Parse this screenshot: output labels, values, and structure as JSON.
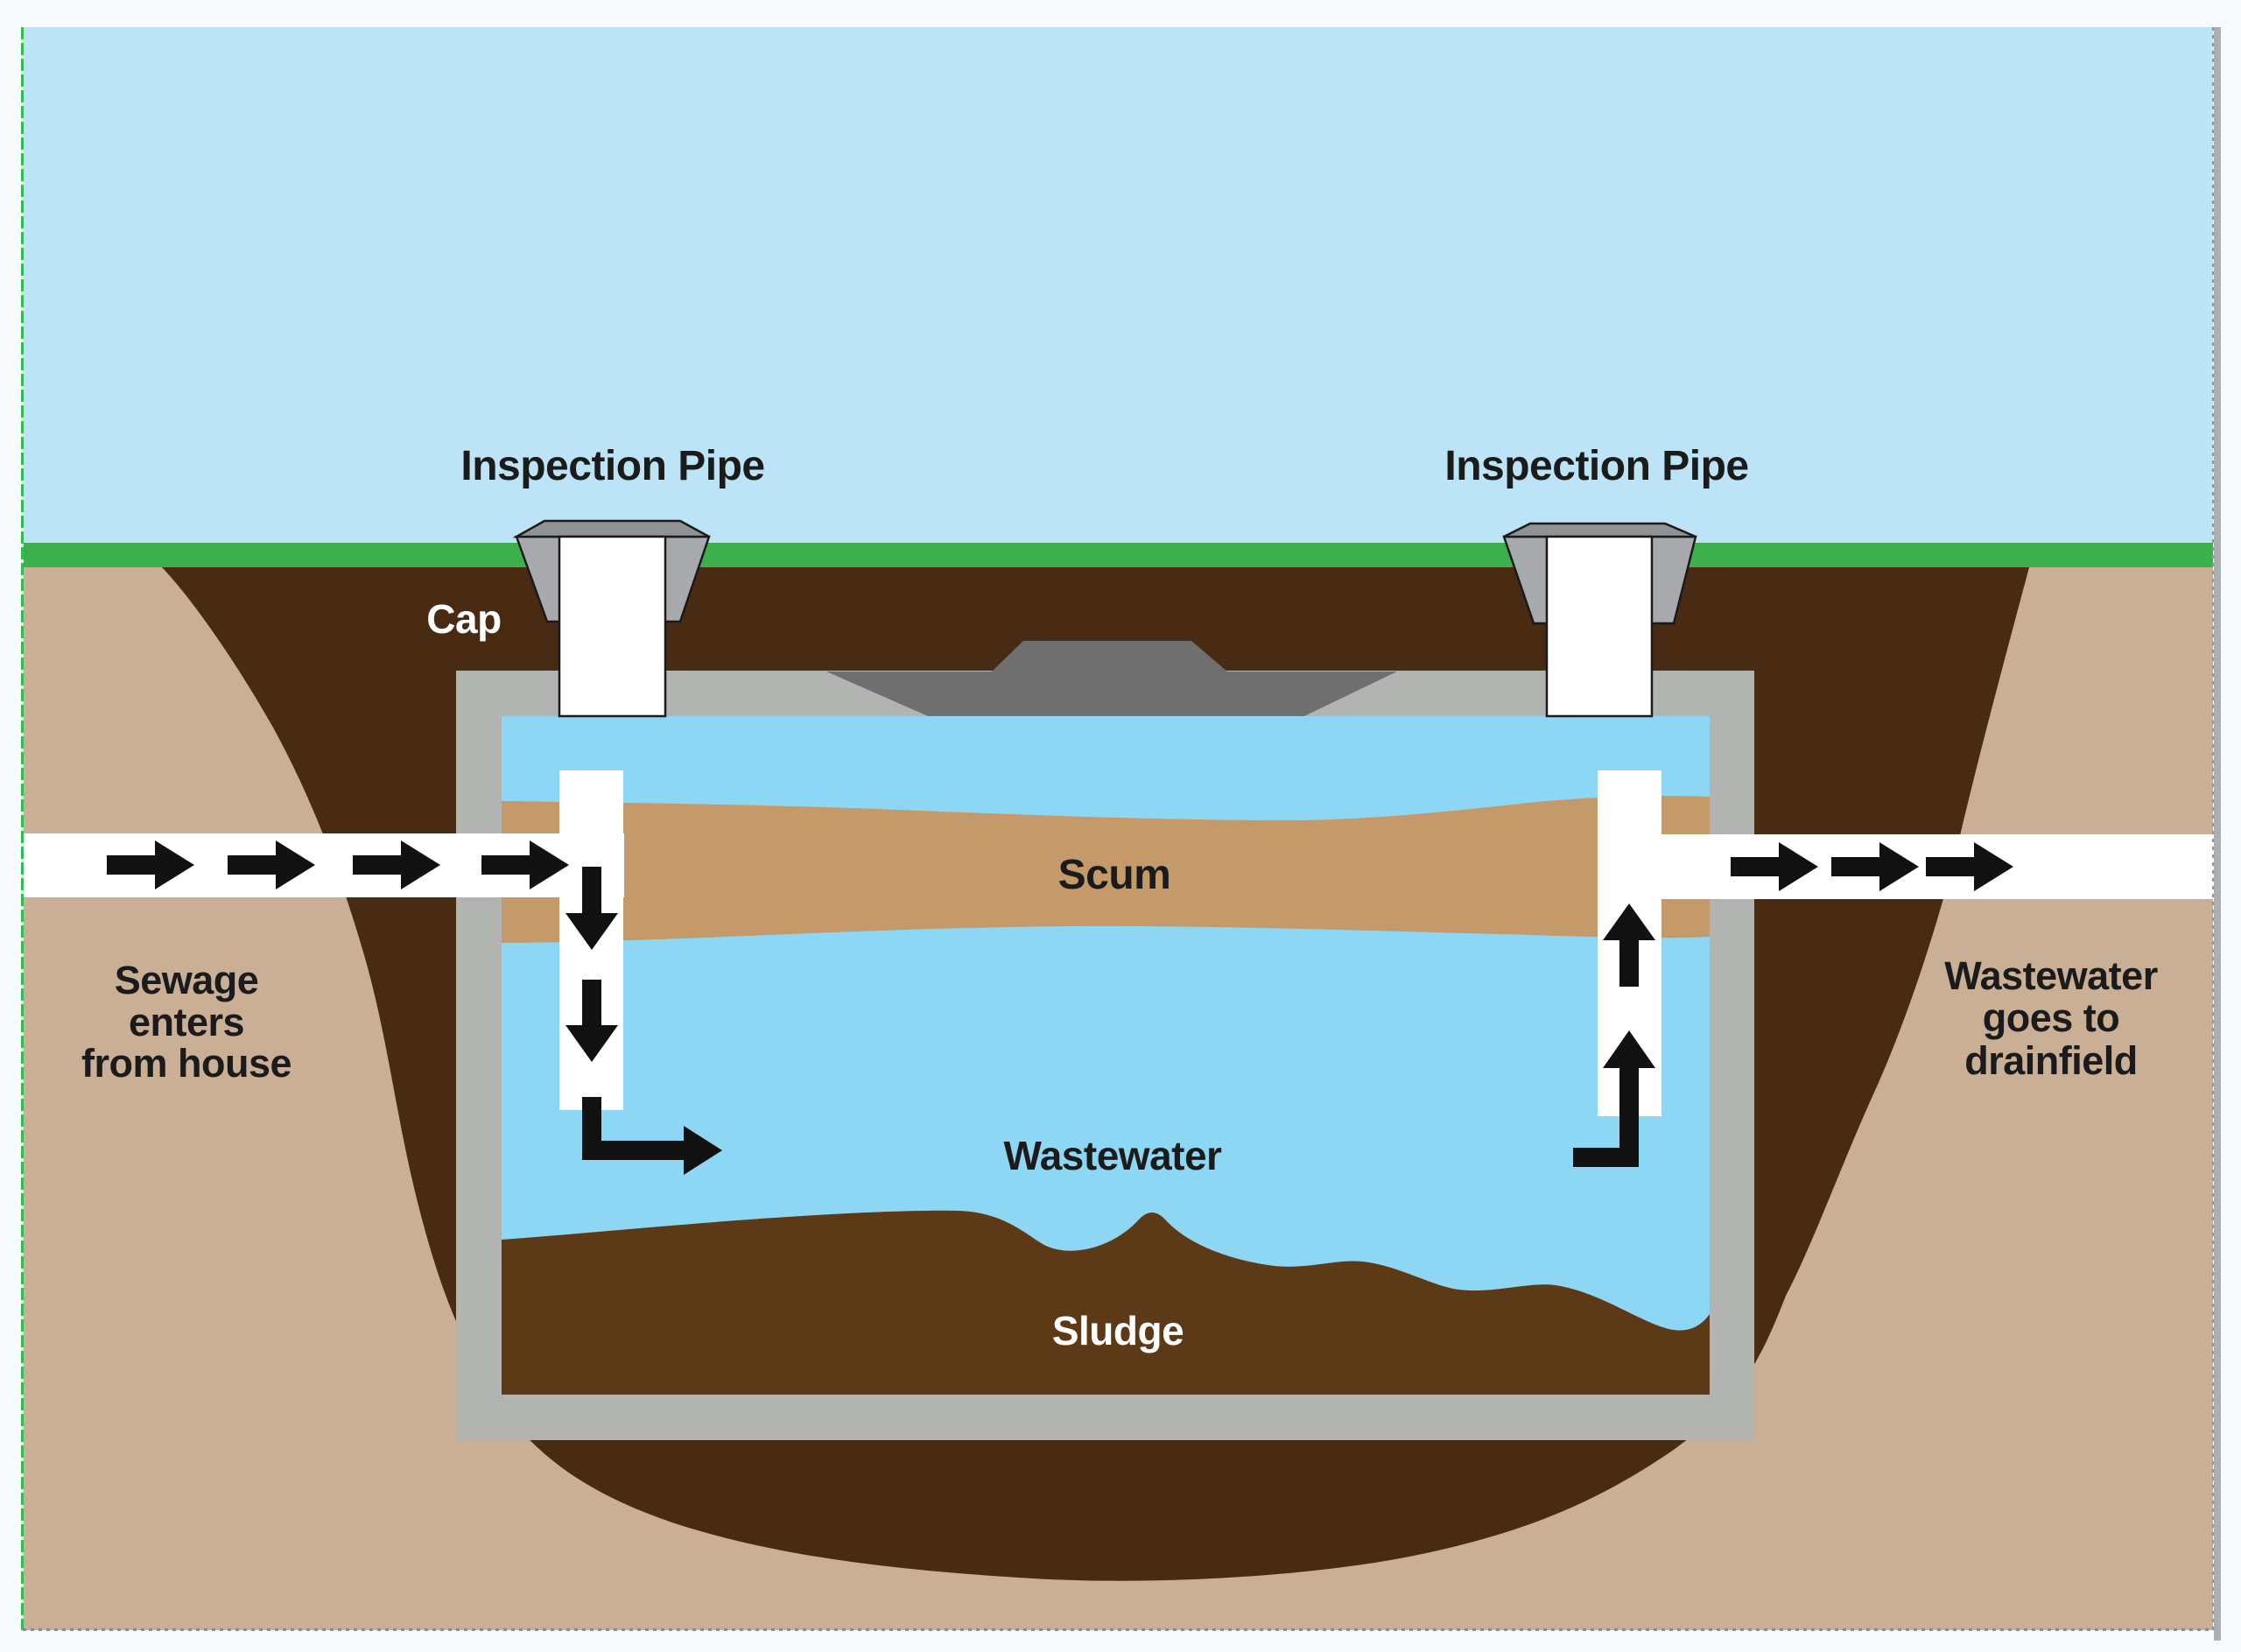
{
  "page": {
    "background_color": "#f8fbfd"
  },
  "selection": {
    "left_border_color": "#2dbd50",
    "dotted_border_color": "#868d92"
  },
  "scrollbar": {
    "track_color": "#abaeb2"
  },
  "diagram": {
    "colors": {
      "sky": "#bce4f6",
      "grass": "#3cb04d",
      "soil": "#c8af95",
      "excavation": "#482b12",
      "tank_wall": "#b2b4b2",
      "access_port": "#6f6f6f",
      "water": "#8ed7f4",
      "scum": "#c59a6a",
      "sludge": "#5d3a17",
      "pipe_white": "#ffffff",
      "cap_top": "#909396",
      "cap_side": "#a7a9ac",
      "arrow_black": "#111111",
      "text_dark": "#1b1b1b",
      "text_light": "#ffffff"
    },
    "labels": {
      "inspection_pipe_left": "Inspection Pipe",
      "inspection_pipe_right": "Inspection Pipe",
      "cap": "Cap",
      "scum": "Scum",
      "wastewater": "Wastewater",
      "sludge": "Sludge",
      "inlet_caption_lines": [
        "Sewage",
        "enters",
        "from house"
      ],
      "outlet_caption_lines": [
        "Wastewater",
        "goes to",
        "drainfield"
      ]
    },
    "icons": {
      "inlet_flow": "right-arrow-icon",
      "outlet_flow": "right-arrow-icon",
      "inlet_baffle_flow": "down-arrow-icon",
      "outlet_baffle_flow": "up-arrow-icon"
    },
    "flow": {
      "inlet_arrow_count": 4,
      "outlet_arrow_count": 3,
      "inlet_baffle_arrow_count": 3,
      "outlet_baffle_arrow_count": 2
    }
  }
}
